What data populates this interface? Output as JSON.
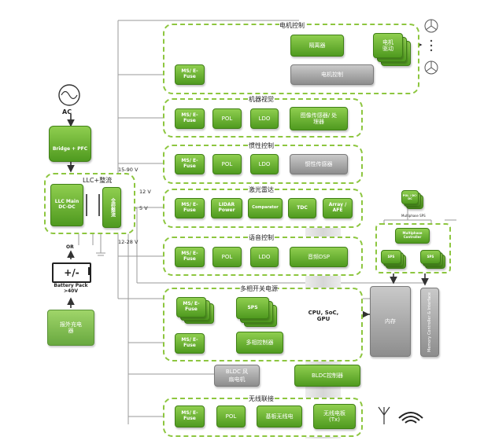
{
  "groups": {
    "motor": "电机控制",
    "vision": "机器视觉",
    "inertia": "惯性控制",
    "lidar": "激光雷达",
    "voice": "语音控制",
    "multiphase": "多相开关电源",
    "wireless": "无线联接"
  },
  "source": {
    "ac": "AC",
    "bridge": "Bridge + PFC",
    "or": "OR",
    "battery": "Battery Pack >40V",
    "charger": "报外充电器"
  },
  "llc": {
    "title": "LLC+整流",
    "main": "LLC Main DC-DC",
    "rect": "全桥整流"
  },
  "voltages": {
    "v1": "15-90 V",
    "v2": "12 V",
    "v3": "5 V",
    "v4": "12-28 V"
  },
  "motor": {
    "efuse": "MS/ E-Fuse",
    "isolator": "隔离器",
    "driver": "电机 驱动",
    "controller": "电机控制"
  },
  "vision": {
    "efuse": "MS/ E-Fuse",
    "pol": "POL",
    "ldo": "LDO",
    "sensor": "图像传感器/ 处理器"
  },
  "inertia": {
    "efuse": "MS/ E-Fuse",
    "pol": "POL",
    "ldo": "LDO",
    "sensor": "惯性传感器"
  },
  "lidar": {
    "efuse": "MS/ E-Fuse",
    "power": "LIDAR Power",
    "comparator": "Comparator",
    "tdc": "TDC",
    "afe": "Array / AFE"
  },
  "voice": {
    "efuse": "MS/ E-Fuse",
    "pol": "POL",
    "ldo": "LDO",
    "dsp": "音频DSP"
  },
  "multiphase": {
    "efuse1": "MS/ E-Fuse",
    "sps": "SPS",
    "efuse2": "MS/ E-Fuse",
    "controller": "多相控制器"
  },
  "cpu": "CPU, SoC, GPU",
  "memory": "内存",
  "mem_controller": "Memory Controller & Interface",
  "fan": {
    "motor": "BLDC 风扇电机",
    "controller": "BLDC控制器"
  },
  "wireless": {
    "efuse": "MS/ E-Fuse",
    "pol": "POL",
    "baseband": "基板无线电",
    "tx": "无线电板 (Tx)"
  },
  "right_cluster": {
    "top": "POL / DC-DC",
    "multiphase": "Multiphase SPS",
    "mctrl": "Multiphase Controller",
    "sps1": "SPS",
    "sps2": "SPS"
  },
  "colors": {
    "accent": "#8dc63f",
    "green_dark": "#4f9a1f",
    "gray": "#8d8d8d"
  }
}
